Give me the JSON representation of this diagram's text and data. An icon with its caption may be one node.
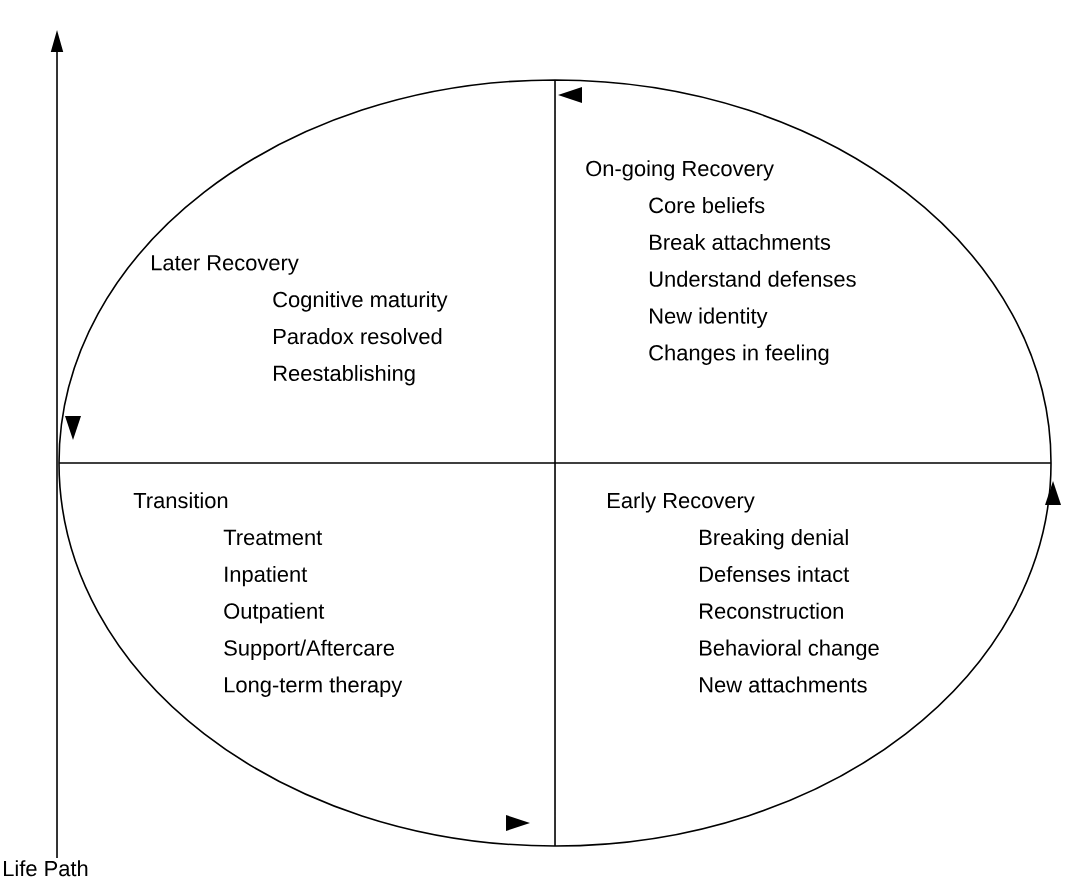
{
  "diagram": {
    "nodes": [
      {
        "text": [
          "Later Recovery",
          "Cognitive maturity",
          "Paradox resolved",
          "Reestablishing"
        ]
      },
      {
        "text": [
          "On-going Recovery",
          "Core beliefs",
          "Break attachments",
          "Understand defenses",
          "New identity",
          "Changes in feeling"
        ]
      },
      {
        "text": [
          "Transition",
          "Treatment",
          "Inpatient",
          "Outpatient",
          "Support/Aftercare",
          "Long-term therapy"
        ]
      },
      {
        "text": [
          "Early Recovery",
          "Breaking denial",
          "Defenses intact",
          "Reconstruction",
          "Behavioral change",
          "New attachments"
        ]
      }
    ],
    "labels": [
      "Life Path"
    ]
  }
}
